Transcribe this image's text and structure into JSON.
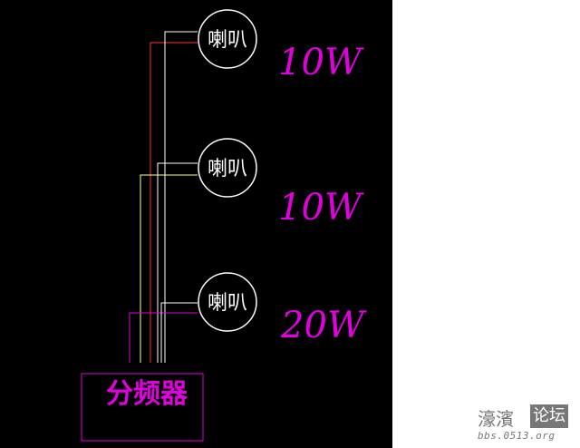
{
  "diagram": {
    "speakers": [
      {
        "label": "喇叭",
        "power": "10W"
      },
      {
        "label": "喇叭",
        "power": "10W"
      },
      {
        "label": "喇叭",
        "power": "20W"
      }
    ],
    "crossover_label": "分频器"
  },
  "watermark": {
    "name_part1": "濠濱",
    "name_part2": "论坛",
    "url": "bbs.0513.org"
  },
  "colors": {
    "background": "#000000",
    "speaker_outline": "#ffffff",
    "wire_red": "#ff3030",
    "wire_white": "#ffffff",
    "wire_yellow": "#ffff99",
    "wire_magenta": "#e000e0"
  }
}
